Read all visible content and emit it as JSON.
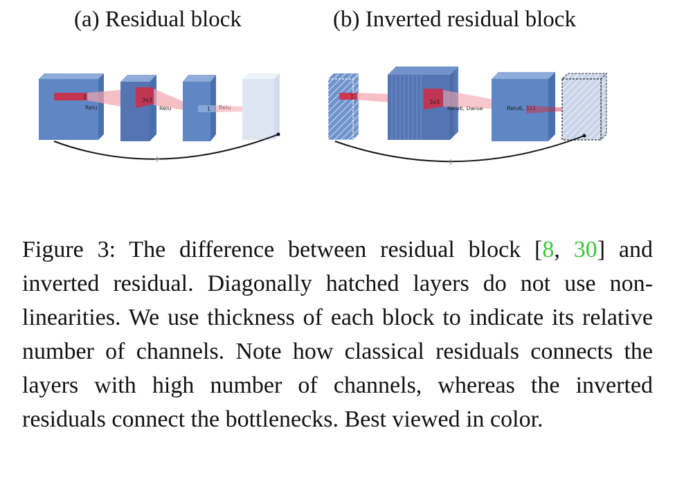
{
  "figure": {
    "subfig_a_title": "(a) Residual block",
    "subfig_b_title": "(b) Inverted residual block",
    "labels_a": {
      "block1_kernel": "1",
      "block1_act": "Relu",
      "block2_kernel": "3x3",
      "block2_act": "Relu",
      "block3_kernel": "1",
      "block3_act": "Relu",
      "plus": "+"
    },
    "labels_b": {
      "block1_kernel": "1",
      "block2_kernel": "3x3",
      "block2_act": "Relu6, Dwise",
      "block3_act": "Relu6, 1x1",
      "plus": "+"
    },
    "colors": {
      "block_front": "#5f87c6",
      "block_side": "#4a6fae",
      "block_top": "#8eabd9",
      "light_block": "#dfe6f3",
      "kernel": "#d9263a",
      "kernel_beam": "#f2a4ab",
      "cite": "#39c739"
    }
  },
  "caption": {
    "text_1": "Figure 3: The difference between residual block [",
    "cite_1": "8",
    "sep": ", ",
    "cite_2": "30",
    "text_2": "] and inverted residual. Diagonally hatched layers do not use non-linearities. We use thickness of each block to indicate its relative number of channels. Note how classical residuals connects the layers with high number of channels, whereas the inverted residuals connect the bottlenecks. Best viewed in color."
  }
}
